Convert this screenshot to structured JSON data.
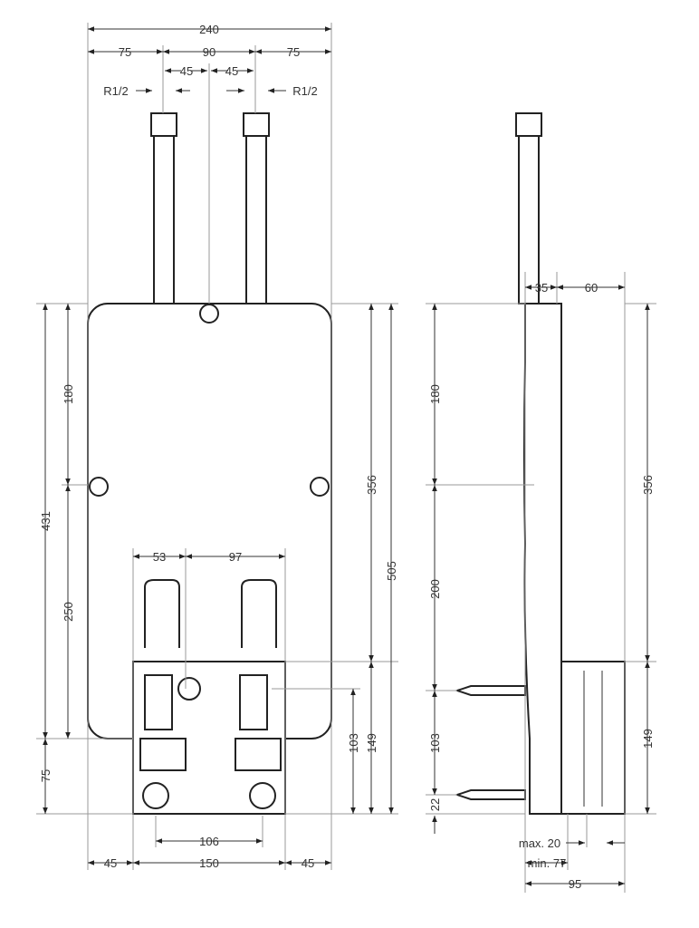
{
  "front_view": {
    "top": {
      "overall_width": "240",
      "left_offset": "75",
      "pipe_spacing": "90",
      "right_offset": "75",
      "half_left": "45",
      "half_right": "45",
      "thread_left": "R1/2",
      "thread_right": "R1/2"
    },
    "left": {
      "panel_height": "431",
      "bottom_offset": "75",
      "upper": "180",
      "lower": "250"
    },
    "right": {
      "to_box": "356",
      "overall_height": "505",
      "box_height": "149",
      "outlet_height": "103"
    },
    "inner": {
      "left": "53",
      "spacing": "97"
    },
    "bottom": {
      "outlet_spacing": "106",
      "left_margin": "45",
      "box_width": "150",
      "right_margin": "45"
    }
  },
  "side_view": {
    "top": {
      "depth_a": "35",
      "depth_b": "60"
    },
    "left": {
      "upper": "180",
      "middle": "200",
      "screw_spacing": "103",
      "bottom": "22"
    },
    "right": {
      "to_box": "356",
      "box_height": "149"
    },
    "bottom": {
      "max_label": "max. 20",
      "min_label": "min. 77",
      "overall_depth": "95"
    }
  }
}
